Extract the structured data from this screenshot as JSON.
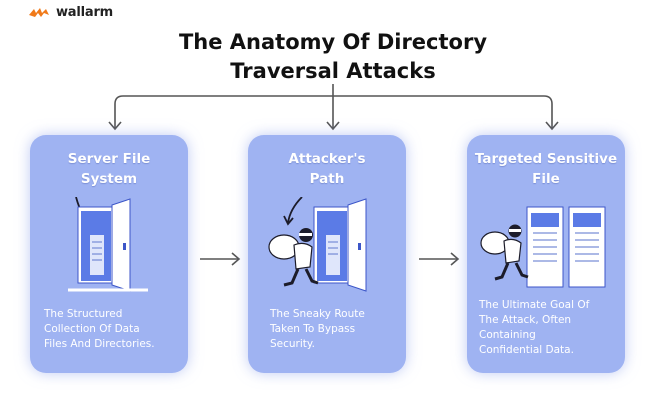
{
  "brand": {
    "name": "wallarm",
    "color": "#f07a1a"
  },
  "title": {
    "line1": "The Anatomy Of Directory",
    "line2": "Traversal Attacks"
  },
  "colors": {
    "card": "#9fb3f2",
    "card_accent": "#4f6fe0",
    "line": "#555555"
  },
  "cards": [
    {
      "title": [
        "Server File",
        "System"
      ],
      "illustration": "open-door-with-file-icon",
      "description": [
        "The Structured",
        "Collection Of Data",
        "Files And Directories."
      ]
    },
    {
      "title": [
        "Attacker's",
        "Path"
      ],
      "illustration": "thief-running-from-door-icon",
      "description": [
        "The Sneaky Route",
        "Taken To Bypass",
        "Security."
      ]
    },
    {
      "title": [
        "Targeted Sensitive",
        "File"
      ],
      "illustration": "thief-near-servers-icon",
      "description": [
        "The Ultimate Goal Of",
        "The Attack, Often",
        "Containing",
        "Confidential Data."
      ]
    }
  ]
}
